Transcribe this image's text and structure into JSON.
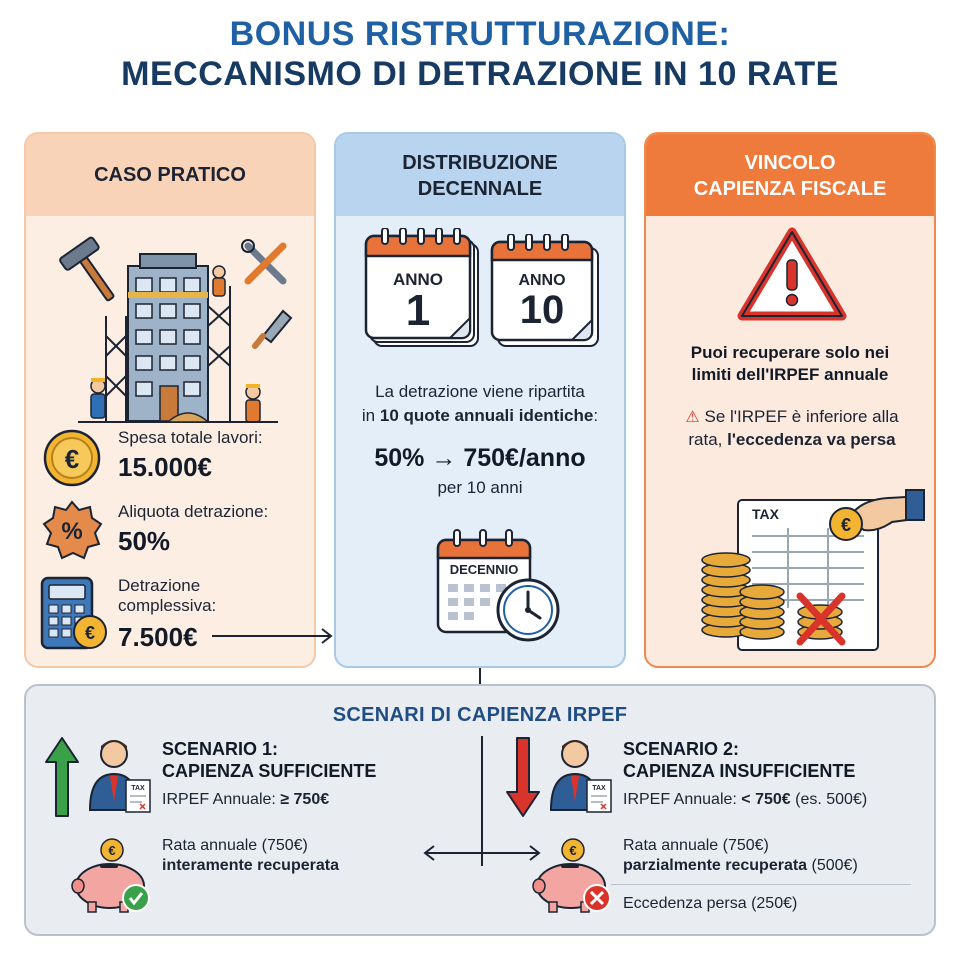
{
  "title": {
    "line1": "BONUS RISTRUTTURAZIONE:",
    "line2": "MECCANISMO DI DETRAZIONE IN 10 RATE"
  },
  "caso": {
    "heading": "CASO PRATICO",
    "spesa_label": "Spesa totale lavori:",
    "spesa_value": "15.000€",
    "aliquota_label": "Aliquota detrazione:",
    "aliquota_value": "50%",
    "detrazione_label_1": "Detrazione",
    "detrazione_label_2": "complessiva:",
    "detrazione_value": "7.500€",
    "icons": [
      "hammer-icon",
      "building-icon",
      "wrench-screwdriver-icon",
      "trowel-icon",
      "euro-coin-icon",
      "percent-badge-icon",
      "calculator-icon"
    ]
  },
  "distribuzione": {
    "heading_1": "DISTRIBUZIONE",
    "heading_2": "DECENNALE",
    "cal1_label": "ANNO",
    "cal1_num": "1",
    "cal2_label": "ANNO",
    "cal2_num": "10",
    "desc_1": "La detrazione viene ripartita",
    "desc_2a": "in",
    "desc_2b": "10 quote annuali identiche",
    "desc_2c": ":",
    "formula_left": "50%",
    "formula_arrow": "→",
    "formula_right": "750€/anno",
    "formula_sub": "per 10 anni",
    "decennio_label": "DECENNIO"
  },
  "vincolo": {
    "heading_1": "VINCOLO",
    "heading_2": "CAPIENZA FISCALE",
    "main_1": "Puoi recuperare solo nei",
    "main_2": "limiti dell'IRPEF annuale",
    "warn_1": "Se l'IRPEF è inferiore alla",
    "warn_2a": "rata,",
    "warn_2b": "l'eccedenza va persa",
    "tax_label": "TAX"
  },
  "scenari": {
    "heading": "SCENARI DI CAPIENZA IRPEF",
    "s1": {
      "title_1": "SCENARIO 1:",
      "title_2": "CAPIENZA SUFFICIENTE",
      "irpef_label": "IRPEF Annuale:",
      "irpef_value": "≥ 750€",
      "rata_1": "Rata annuale (750€)",
      "rata_2": "interamente recuperata"
    },
    "s2": {
      "title_1": "SCENARIO 2:",
      "title_2": "CAPIENZA INSUFFICIENTE",
      "irpef_label": "IRPEF Annuale:",
      "irpef_value": "< 750€",
      "irpef_note": "(es. 500€)",
      "rata_1": "Rata annuale (750€)",
      "rata_2a": "parzialmente recuperata",
      "rata_2b": "(500€)",
      "eccedenza": "Eccedenza persa (250€)"
    }
  },
  "colors": {
    "title_blue": "#1f5fa3",
    "title_navy": "#173a63",
    "orange_panel": "#fdeee4",
    "blue_panel": "#e4eef9",
    "red_header": "#ee7a3b",
    "green_arrow": "#3aa04a",
    "red_arrow": "#d9342b"
  }
}
